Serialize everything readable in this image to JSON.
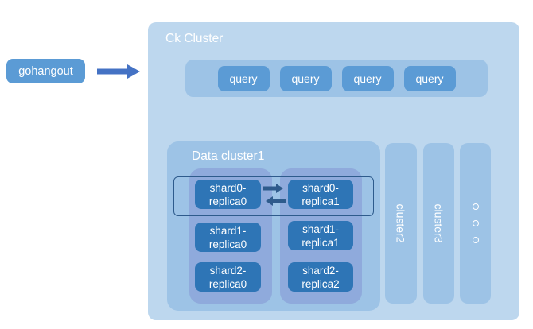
{
  "source": {
    "label": "gohangout"
  },
  "ck_cluster": {
    "title": "Ck Cluster",
    "queries": [
      {
        "label": "query"
      },
      {
        "label": "query"
      },
      {
        "label": "query"
      },
      {
        "label": "query"
      }
    ],
    "data_cluster1": {
      "title": "Data cluster1",
      "left_column": [
        {
          "label": "shard0-\nreplica0"
        },
        {
          "label": "shard1-\nreplica0"
        },
        {
          "label": "shard2-\nreplica0"
        }
      ],
      "right_column": [
        {
          "label": "shard0-\nreplica1"
        },
        {
          "label": "shard1-\nreplica1"
        },
        {
          "label": "shard2-\nreplica2"
        }
      ]
    },
    "other_clusters": [
      {
        "label": "cluster2"
      },
      {
        "label": "cluster3"
      }
    ]
  },
  "icons": {
    "flow_arrow": "right-arrow",
    "sync_arrows": "bidirectional-replication-arrows",
    "more_clusters": "vertical-ellipsis-dots"
  },
  "colors": {
    "outer_box": "#bdd7ee",
    "inner_panel": "#9dc3e6",
    "node": "#5b9bd5",
    "shard_column": "#8faadc",
    "shard_box": "#2e75b6",
    "flow_arrow": "#4472c4",
    "sync_arrow": "#2e5b8c",
    "text": "#ffffff"
  }
}
